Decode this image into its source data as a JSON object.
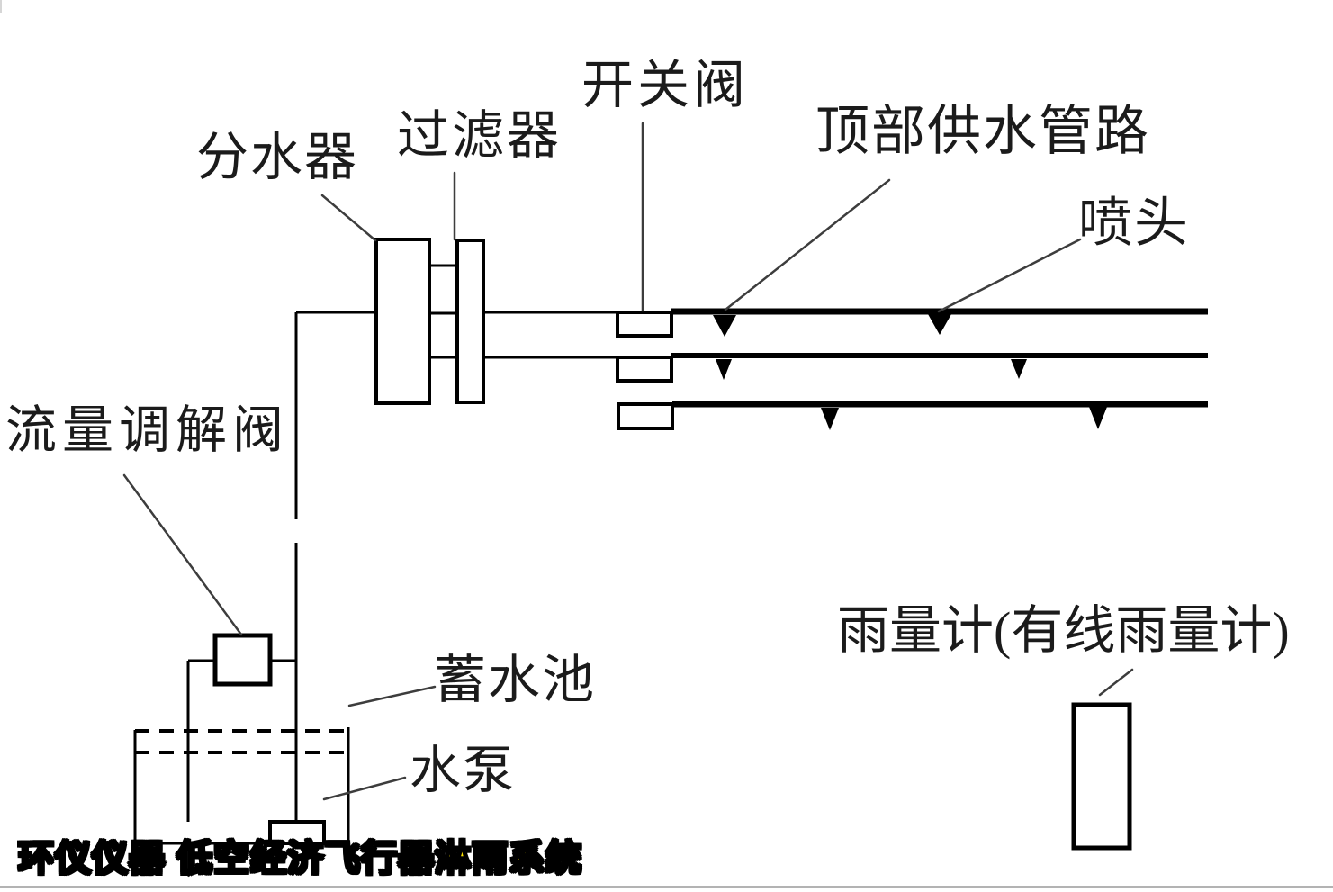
{
  "diagram": {
    "title_context": "rain-test water supply system schematic",
    "labels": {
      "switch_valve": "开关阀",
      "filter": "过滤器",
      "water_divider": "分水器",
      "top_supply_pipe": "顶部供水管路",
      "nozzle": "喷头",
      "flow_regulating_valve": "流量调解阀",
      "reservoir": "蓄水池",
      "water_pump": "水泵",
      "rain_gauge": "雨量计(有线雨量计)"
    },
    "watermark": "环仪仪器 低空经济飞行器淋雨系统",
    "colors": {
      "line": "#000000",
      "leader": "#3d3d3d",
      "label_ink": "#1b1b1b",
      "watermark_fill": "#ffe400",
      "watermark_outline": "#000000",
      "bottom_rule": "#b3b3b3"
    }
  }
}
